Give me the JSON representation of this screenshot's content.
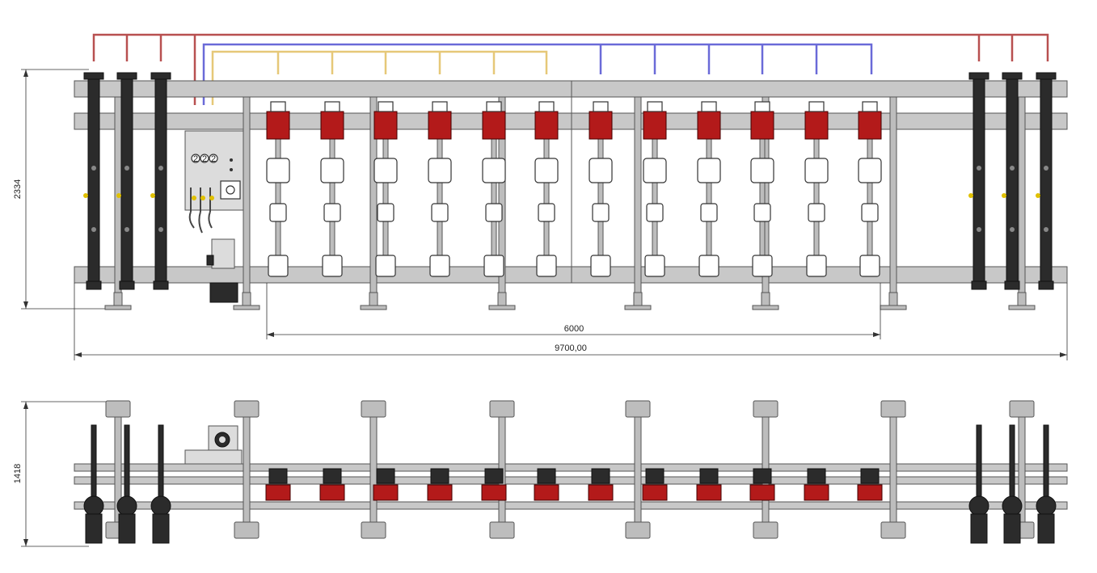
{
  "dimensions": {
    "front_height": "2334",
    "inner_width": "6000",
    "total_width": "9700,00",
    "top_height": "1418"
  },
  "colors": {
    "bracket_red": "#b85050",
    "bracket_blue": "#6a6ad8",
    "bracket_yellow": "#e6c878",
    "clamp_red": "#b31a1a",
    "steel": "#c8c8c8",
    "dark_column": "#2b2b2b"
  },
  "panel_labels": [
    "2",
    "2",
    "2"
  ]
}
